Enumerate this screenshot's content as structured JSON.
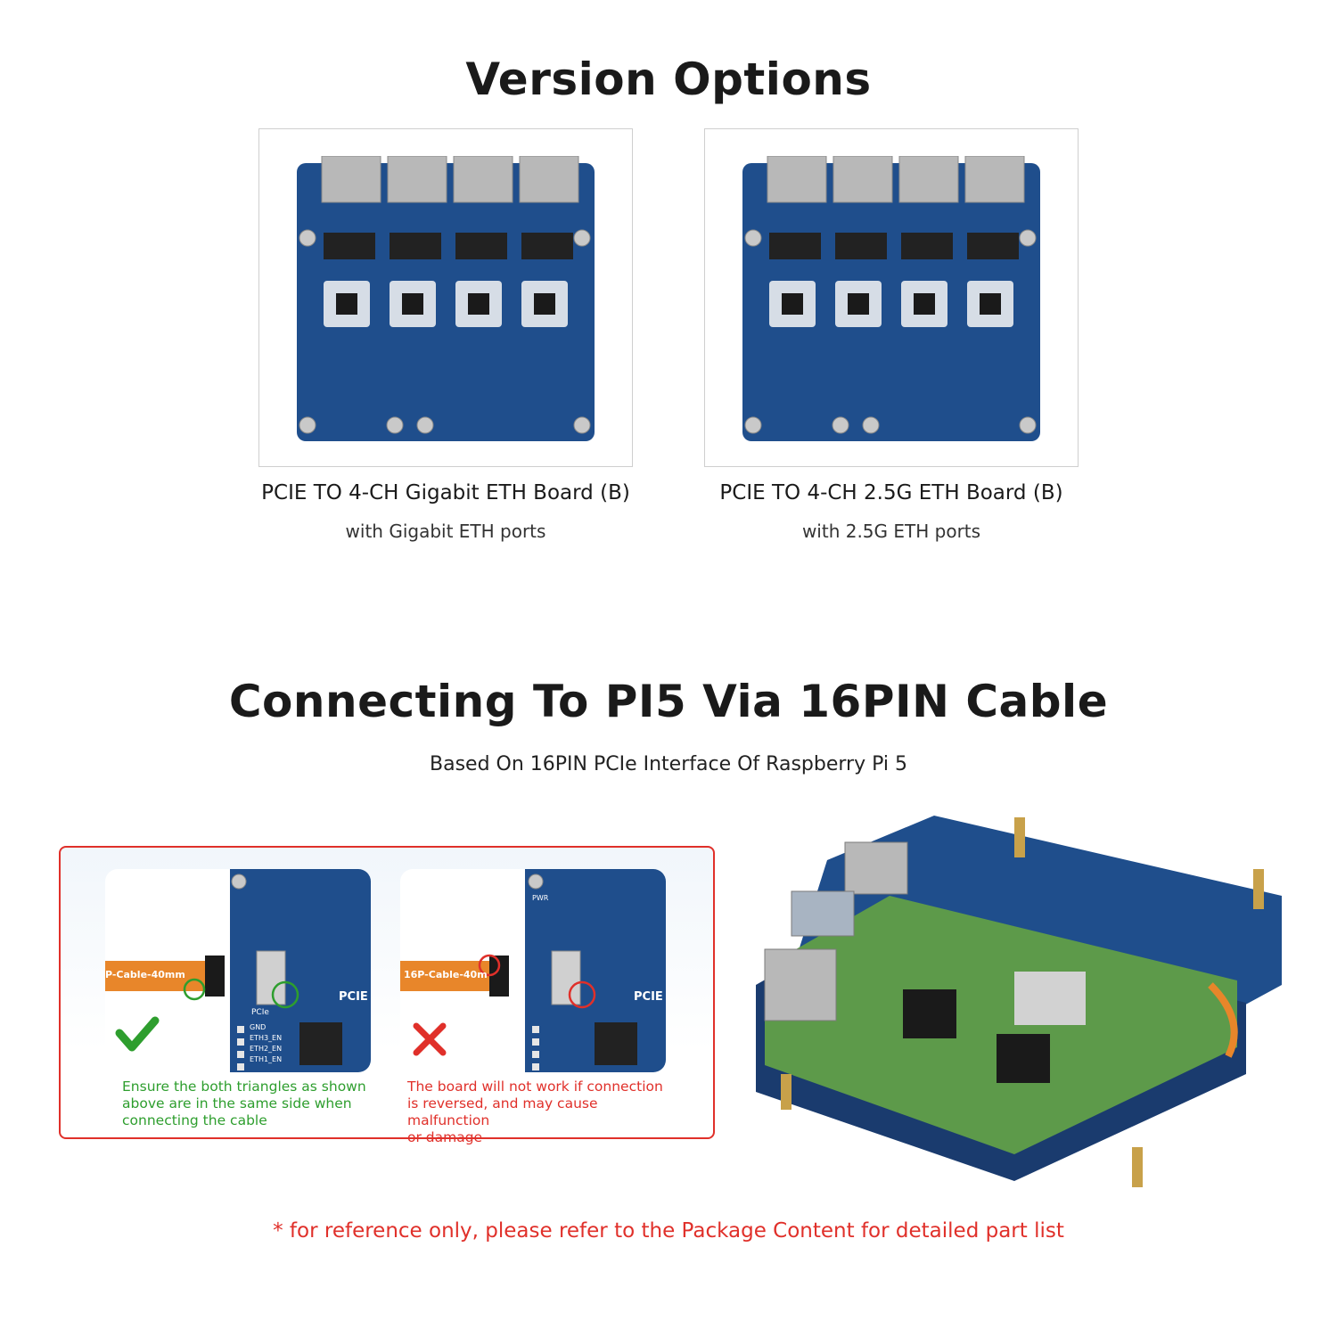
{
  "sections": {
    "version_options": {
      "title": "Version Options",
      "products": [
        {
          "name": "PCIE TO 4-CH Gigabit ETH Board (B)",
          "subtitle": "with Gigabit ETH ports"
        },
        {
          "name": "PCIE TO 4-CH 2.5G ETH Board (B)",
          "subtitle": "with 2.5G ETH ports"
        }
      ]
    },
    "connecting": {
      "title": "Connecting To PI5 Via 16PIN Cable",
      "subtitle": "Based On 16PIN PCIe Interface Of Raspberry Pi 5",
      "correct": {
        "cable_label": "P-Cable-40mm",
        "text": [
          "Ensure the both triangles as shown",
          "above are in the same side when",
          "connecting the cable"
        ]
      },
      "wrong": {
        "cable_label": "16P-Cable-40m",
        "text": [
          "The board will not work if connection",
          "is reversed, and may cause malfunction",
          "or damage"
        ]
      },
      "board_labels": {
        "pcie": "PCIE",
        "pcie_small": "PCIe",
        "pwr": "PWR",
        "pins": [
          "GND",
          "ETH3_EN",
          "ETH2_EN",
          "ETH1_EN"
        ]
      }
    }
  },
  "footnote": "* for reference only, please refer to the Package Content for detailed part list",
  "colors": {
    "board_blue": "#1f4e8c",
    "pi_green": "#5d9a4a",
    "cable_orange": "#e8862a",
    "ok_green": "#2e9e2e",
    "warn_red": "#e0302a"
  },
  "icons": {
    "correct": "check-icon",
    "wrong": "cross-icon"
  }
}
